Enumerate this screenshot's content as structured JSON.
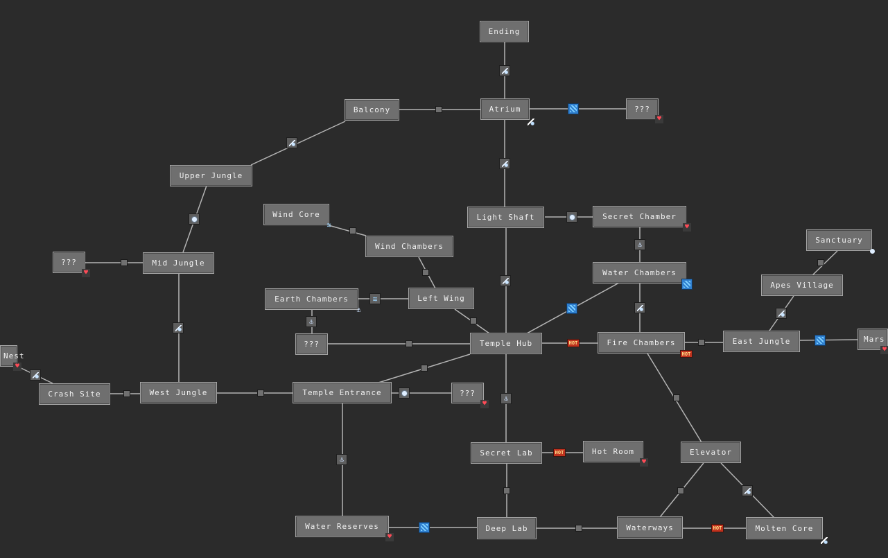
{
  "map_title": "",
  "colors": {
    "background": "#2b2b2b",
    "node_fill": "#6f6f6f",
    "node_border": "#a6a6a6",
    "edge": "#b4b4b4",
    "heart": "#ff4b57",
    "hot": "#c0321e",
    "water": "#2f7fcf"
  },
  "rooms": {
    "ending": "Ending",
    "atrium": "Atrium",
    "balcony": "Balcony",
    "unknown_top_right": "???",
    "upper_jungle": "Upper Jungle",
    "wind_core": "Wind Core",
    "wind_chambers": "Wind Chambers",
    "light_shaft": "Light Shaft",
    "secret_chamber": "Secret Chamber",
    "sanctuary": "Sanctuary",
    "unknown_left": "???",
    "mid_jungle": "Mid Jungle",
    "water_chambers": "Water Chambers",
    "apes_village": "Apes Village",
    "earth_chambers": "Earth Chambers",
    "left_wing": "Left Wing",
    "unknown_mid": "???",
    "temple_hub": "Temple Hub",
    "fire_chambers": "Fire Chambers",
    "east_jungle": "East Jungle",
    "mars": "Mars",
    "nest": "Nest",
    "crash_site": "Crash Site",
    "west_jungle": "West Jungle",
    "temple_entrance": "Temple Entrance",
    "unknown_bottom": "???",
    "secret_lab": "Secret Lab",
    "hot_room": "Hot Room",
    "elevator": "Elevator",
    "water_reserves": "Water Reserves",
    "deep_lab": "Deep Lab",
    "waterways": "Waterways",
    "molten_core": "Molten Core"
  },
  "gate_labels": {
    "hot": "HOT"
  },
  "heart_glyph": "♥",
  "icon_names": [
    "key-icon",
    "water-icon",
    "orb-icon",
    "anchor-icon",
    "wind-icon",
    "hot-icon",
    "heart-icon",
    "lock-icon"
  ]
}
